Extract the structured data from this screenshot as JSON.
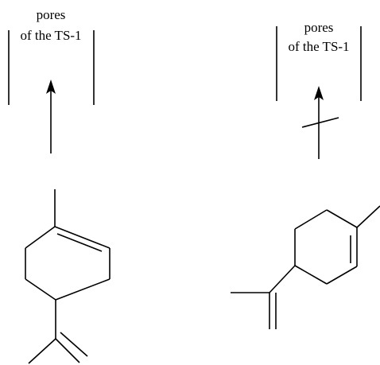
{
  "left_panel": {
    "label_line1": "pores",
    "label_line2": "of the TS-1"
  },
  "right_panel": {
    "label_line1": "pores",
    "label_line2": "of the TS-1"
  },
  "colors": {
    "ink": "#000000",
    "background": "#ffffff"
  }
}
